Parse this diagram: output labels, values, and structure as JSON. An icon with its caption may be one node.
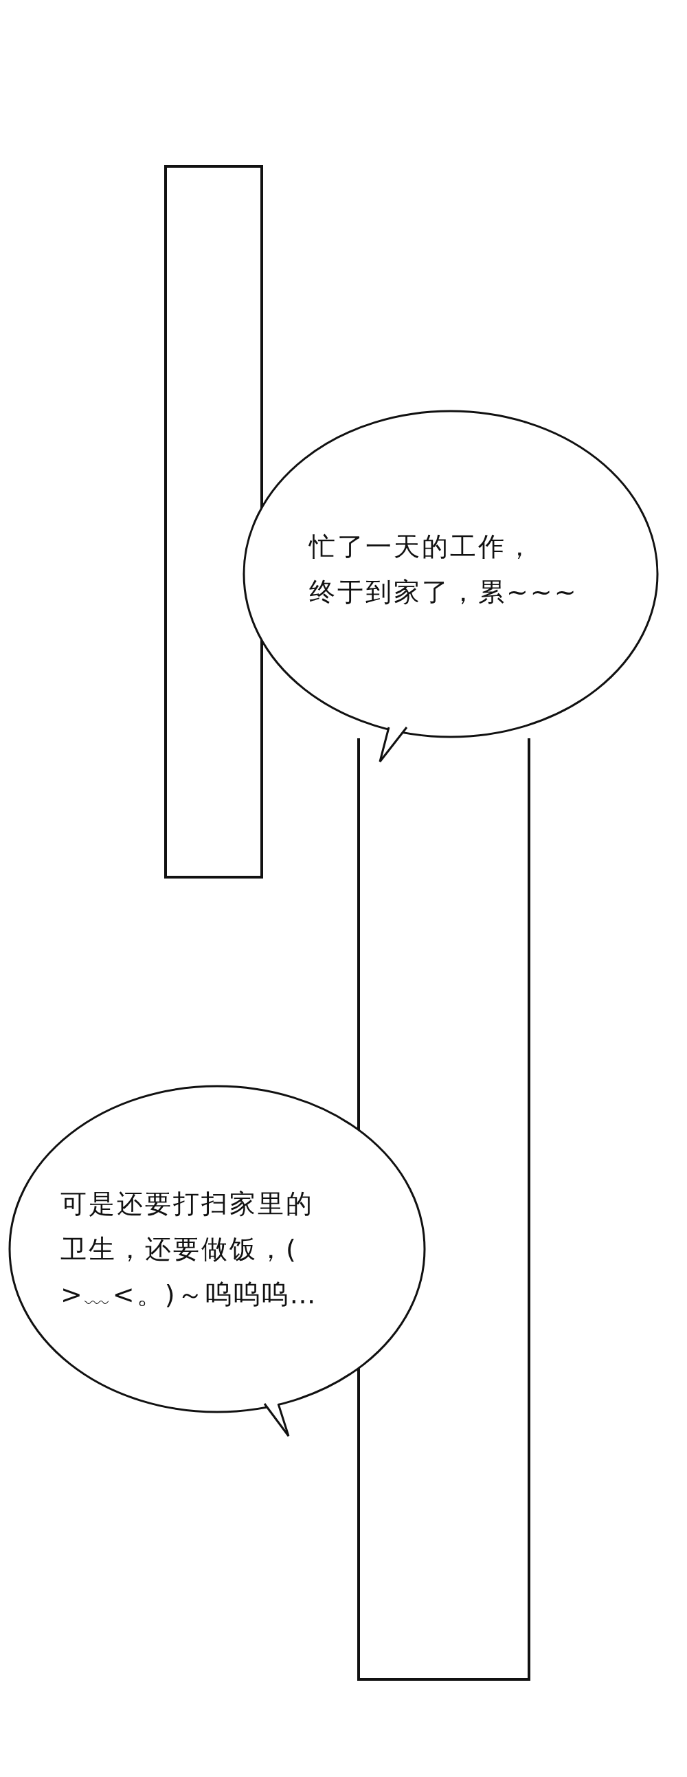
{
  "diagram": {
    "nodes": [
      {
        "text": [],
        "shape": "box"
      },
      {
        "text": [
          "忙了一天的工作，终于到家了，累~~~"
        ]
      },
      {
        "text": [],
        "shape": "box"
      },
      {
        "text": [
          "可是还要打扫家里的卫生，还要做饭，( >﹏<。)～呜呜呜…"
        ]
      }
    ],
    "edges": []
  }
}
